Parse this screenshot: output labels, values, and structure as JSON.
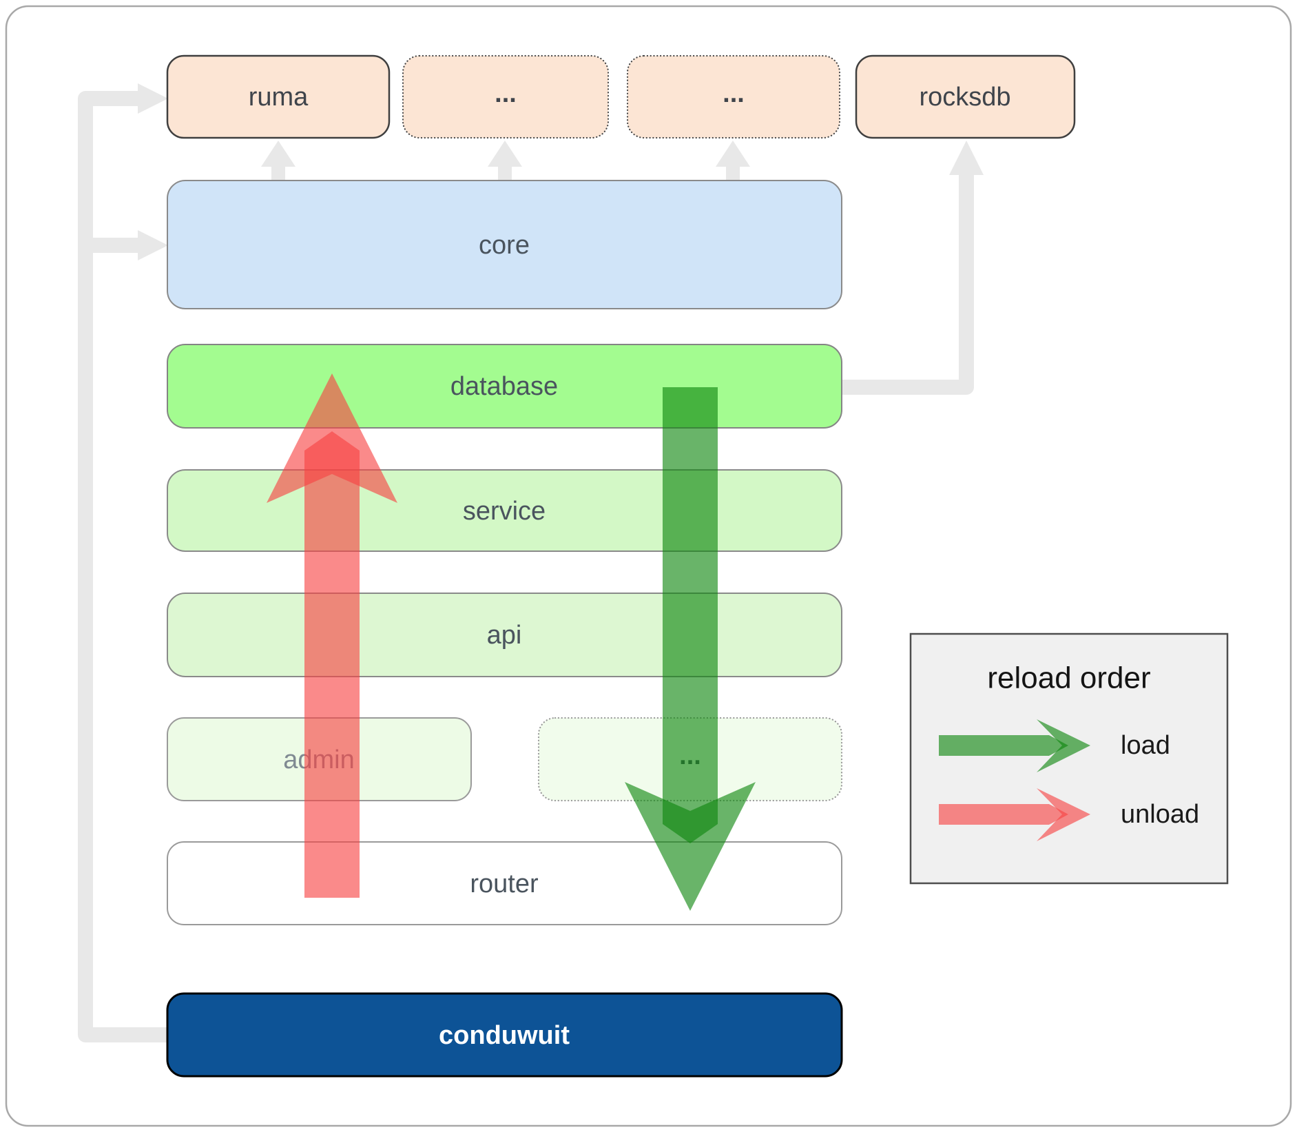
{
  "layers": {
    "external": [
      {
        "label": "ruma",
        "style": "solid"
      },
      {
        "label": "...",
        "style": "dotted"
      },
      {
        "label": "...",
        "style": "dotted"
      },
      {
        "label": "rocksdb",
        "style": "solid"
      }
    ],
    "stack": [
      {
        "label": "core"
      },
      {
        "label": "database"
      },
      {
        "label": "service"
      },
      {
        "label": "api"
      },
      {
        "label": "admin"
      },
      {
        "label": "..."
      },
      {
        "label": "router"
      },
      {
        "label": "conduwuit"
      }
    ]
  },
  "legend": {
    "title": "reload order",
    "items": [
      {
        "label": "load"
      },
      {
        "label": "unload"
      }
    ]
  },
  "colors": {
    "external_fill": "#fce5d4",
    "core_fill": "#d0e4f8",
    "database_fill": "#a3fc90",
    "service_fill": "#d3f8c6",
    "api_fill": "#ddf7d2",
    "admin_fill": "#edfbe6",
    "ellipsis_fill": "#f1fcec",
    "router_fill": "#ffffff",
    "conduwuit_fill": "#0d5396",
    "load_arrow": "#0d860d",
    "unload_arrow": "#f74242",
    "connector": "#e8e8e8",
    "legend_bg": "#f0f0f0"
  }
}
